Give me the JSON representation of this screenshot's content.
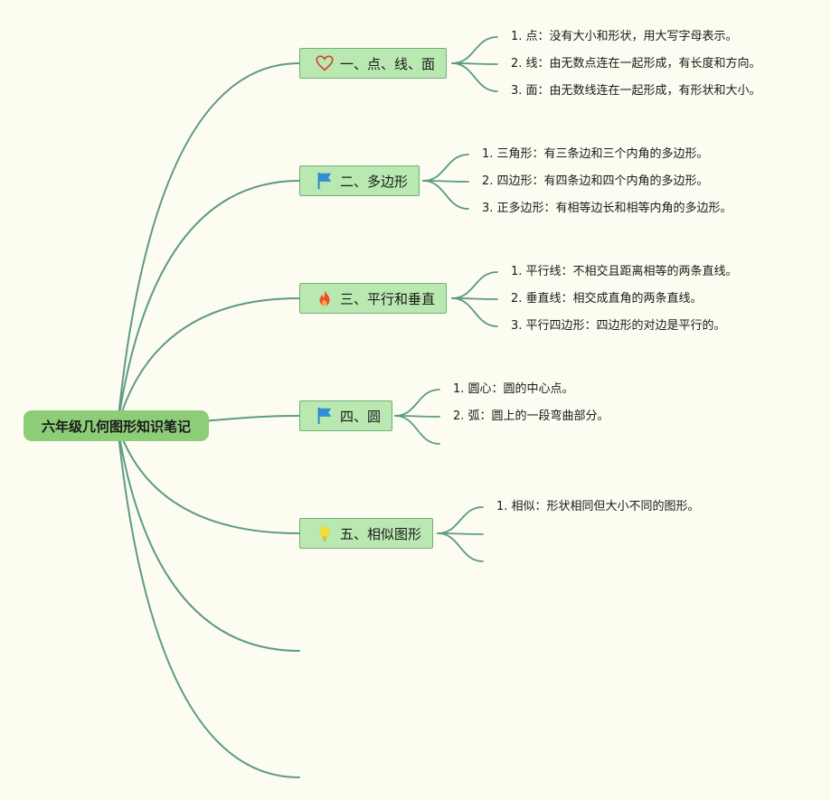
{
  "root": {
    "title": "六年级几何图形知识笔记"
  },
  "colors": {
    "line": "#5d9a86",
    "root_bg": "#8dcd78",
    "topic_bg": "#b9e8b0",
    "background": "#fdfcf1"
  },
  "topics": [
    {
      "title": "一、点、线、面",
      "icon": "heart-icon",
      "leaves": [
        "1. 点：没有大小和形状，用大写字母表示。",
        "2. 线：由无数点连在一起形成，有长度和方向。",
        "3. 面：由无数线连在一起形成，有形状和大小。"
      ]
    },
    {
      "title": "二、多边形",
      "icon": "flag-icon",
      "leaves": [
        "1. 三角形：有三条边和三个内角的多边形。",
        "2. 四边形：有四条边和四个内角的多边形。",
        "3. 正多边形：有相等边长和相等内角的多边形。"
      ]
    },
    {
      "title": "三、平行和垂直",
      "icon": "fire-icon",
      "leaves": [
        "1. 平行线：不相交且距离相等的两条直线。",
        "2. 垂直线：相交成直角的两条直线。",
        "3. 平行四边形：四边形的对边是平行的。"
      ]
    },
    {
      "title": "四、圆",
      "icon": "flag-icon",
      "leaves": [
        "1. 圆心：圆的中心点。",
        "2. 弧：圆上的一段弯曲部分。"
      ]
    },
    {
      "title": "五、相似图形",
      "icon": "lightbulb-icon",
      "leaves": [
        "1. 相似：形状相同但大小不同的图形。"
      ]
    }
  ]
}
